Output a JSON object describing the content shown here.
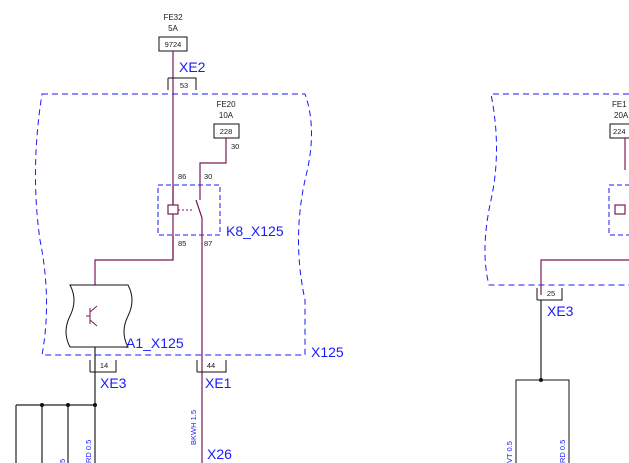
{
  "fuses": {
    "fe32": {
      "name": "FE32",
      "rating": "5A",
      "terminal": "9724"
    },
    "fe20": {
      "name": "FE20",
      "rating": "10A",
      "terminal": "228",
      "pin": "30"
    },
    "fe_right": {
      "name": "FE1",
      "rating": "20A",
      "terminal": "224"
    }
  },
  "connectors": {
    "xe2": {
      "name": "XE2",
      "pin": "53"
    },
    "xe3_left": {
      "name": "XE3",
      "pin": "14"
    },
    "xe1": {
      "name": "XE1",
      "pin": "44"
    },
    "xe3_right": {
      "name": "XE3",
      "pin": "25"
    },
    "x26": {
      "name": "X26"
    }
  },
  "relay": {
    "name": "K8_X125",
    "pins": {
      "p86": "86",
      "p30": "30",
      "p85": "85",
      "p87": "87"
    }
  },
  "module": {
    "name": "A1_X125"
  },
  "enclosure": {
    "name": "X125"
  },
  "wires": {
    "w1": "BKWH 1.5",
    "w2": "RD 0.5",
    "w3": "5",
    "w4": "VT 0.5",
    "w5": "RD 0.5"
  },
  "colors": {
    "wire": "#7a1a5a",
    "label": "#1a1aff",
    "dashed_outline": "#1a1aff"
  }
}
